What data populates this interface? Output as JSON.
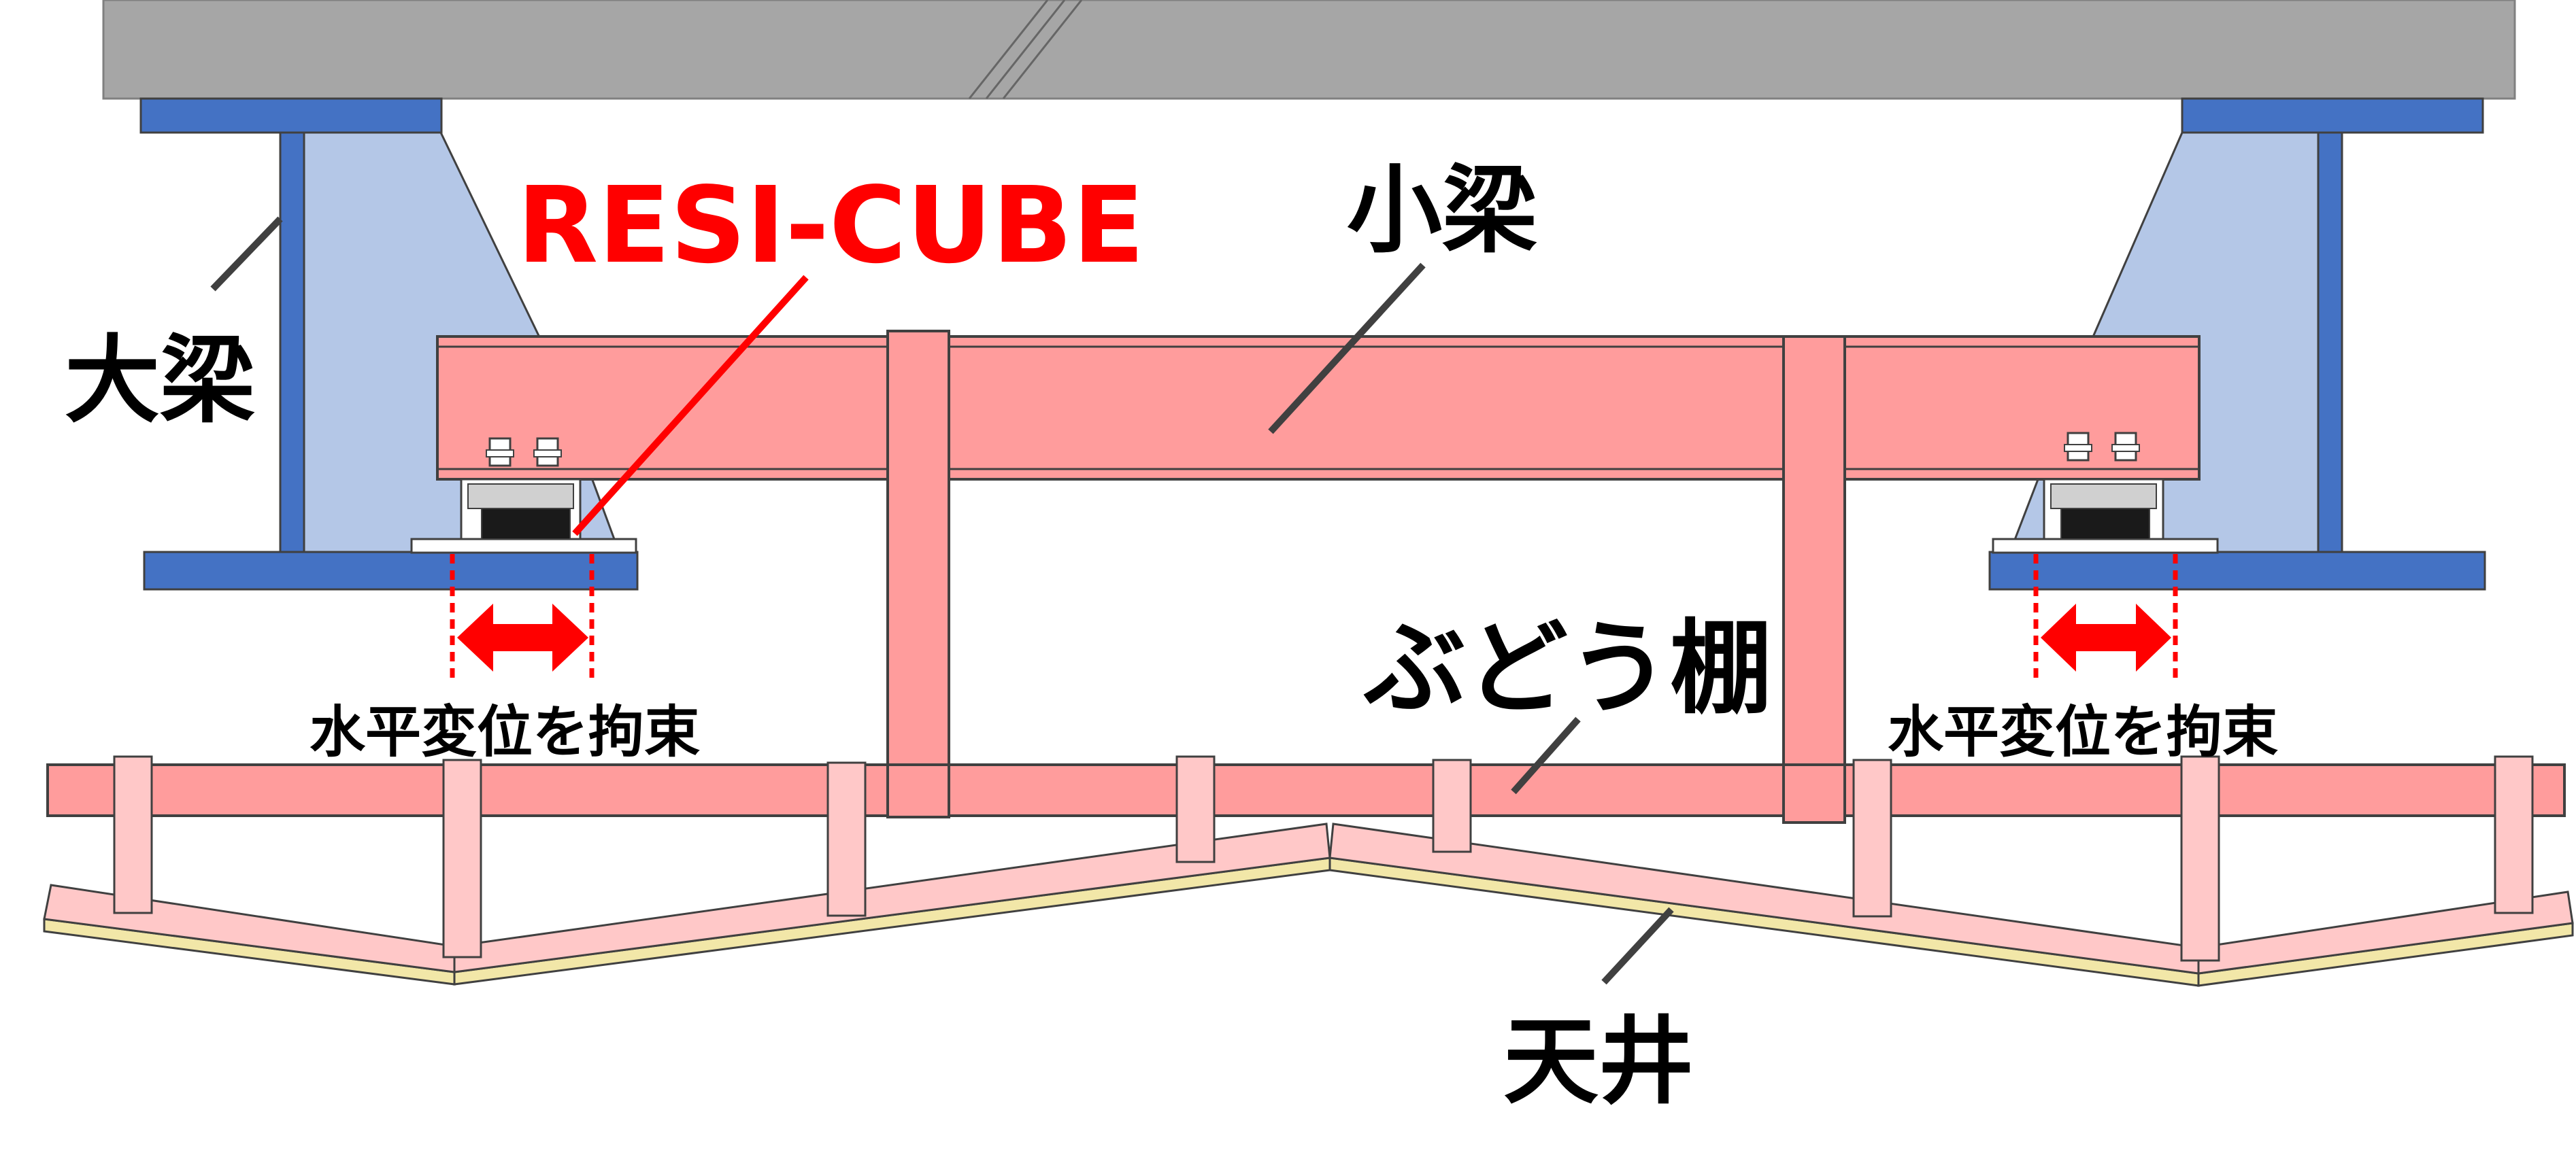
{
  "labels": {
    "resi_cube": "RESI-CUBE",
    "small_beam": "小梁",
    "large_beam": "大梁",
    "grape_shelf": "ぶどう棚",
    "constraint_left": "水平変位を拘束",
    "constraint_right": "水平変位を拘束",
    "ceiling": "天井"
  },
  "colors": {
    "slab": "#a6a6a6",
    "steel_blue": "#4472c4",
    "gusset_blue": "#b4c7e7",
    "beam_pink": "#ff9c9c",
    "hanger_pink": "#ffc8c8",
    "ceiling_pink": "#ffc8c8",
    "ceiling_board": "#f2e7a8",
    "accent_red": "#ff0000",
    "outline": "#404040",
    "text": "#000000"
  }
}
